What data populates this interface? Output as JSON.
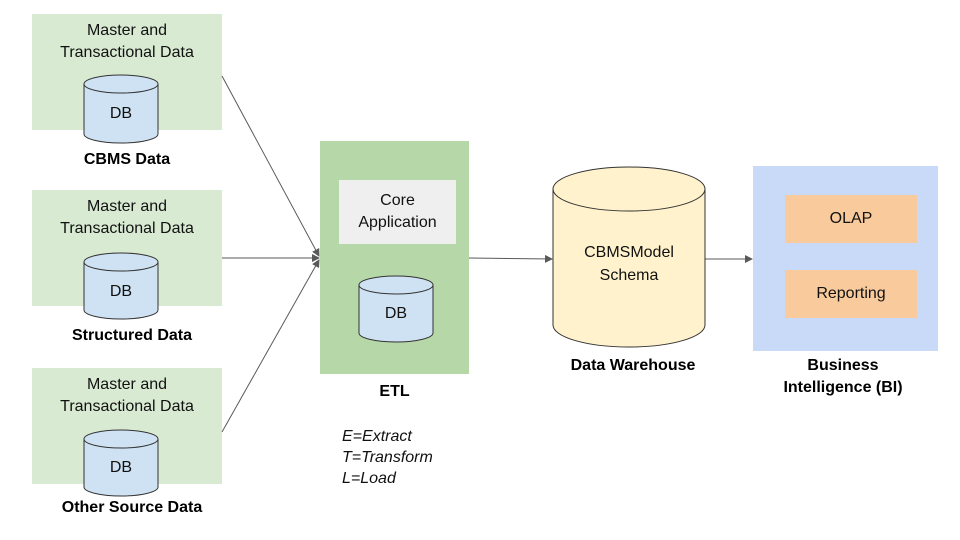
{
  "sources": [
    {
      "title": "Master and\nTransactional Data",
      "db": "DB",
      "label": "CBMS Data"
    },
    {
      "title": "Master and\nTransactional Data",
      "db": "DB",
      "label": "Structured Data"
    },
    {
      "title": "Master and\nTransactional Data",
      "db": "DB",
      "label": "Other Source Data"
    }
  ],
  "etl": {
    "core": "Core\nApplication",
    "db": "DB",
    "label": "ETL",
    "legend": [
      "E=Extract",
      "T=Transform",
      "L=Load"
    ]
  },
  "warehouse": {
    "schema_line1": "CBMSModel",
    "schema_line2": "Schema",
    "label": "Data Warehouse"
  },
  "bi": {
    "items": [
      "OLAP",
      "Reporting"
    ],
    "label_line1": "Business",
    "label_line2": "Intelligence (BI)"
  },
  "colors": {
    "source_fill": "#d9ead3",
    "etl_fill": "#b6d7a8",
    "db_fill": "#cfe2f3",
    "warehouse_fill": "#fff2cc",
    "bi_fill": "#c9daf8",
    "bi_item_fill": "#f9cb9c",
    "core_fill": "#efefef",
    "arrow": "#595959"
  }
}
